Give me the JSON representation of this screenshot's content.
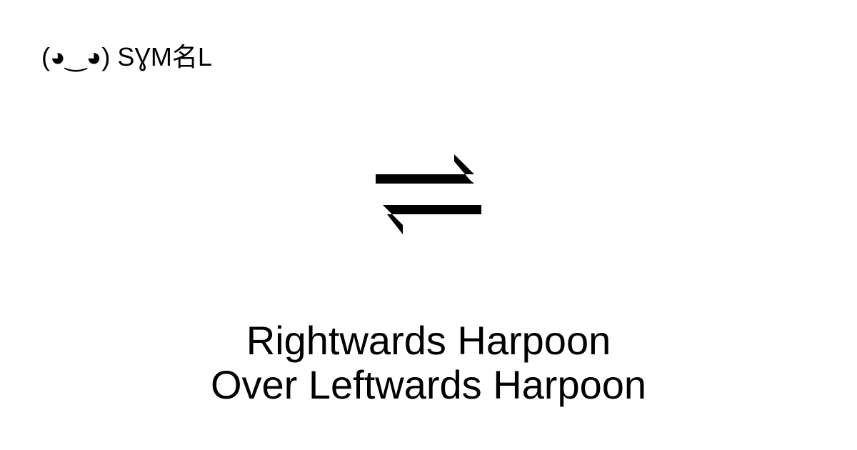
{
  "logo": {
    "text": "(◕‿◕) SƔM名L"
  },
  "symbol": {
    "char": "⇌",
    "icon": "rightwards-harpoon-over-leftwards-harpoon-icon"
  },
  "title": {
    "line1": "Rightwards Harpoon",
    "line2": "Over Leftwards Harpoon"
  },
  "colors": {
    "background": "#ffffff",
    "foreground": "#000000"
  }
}
